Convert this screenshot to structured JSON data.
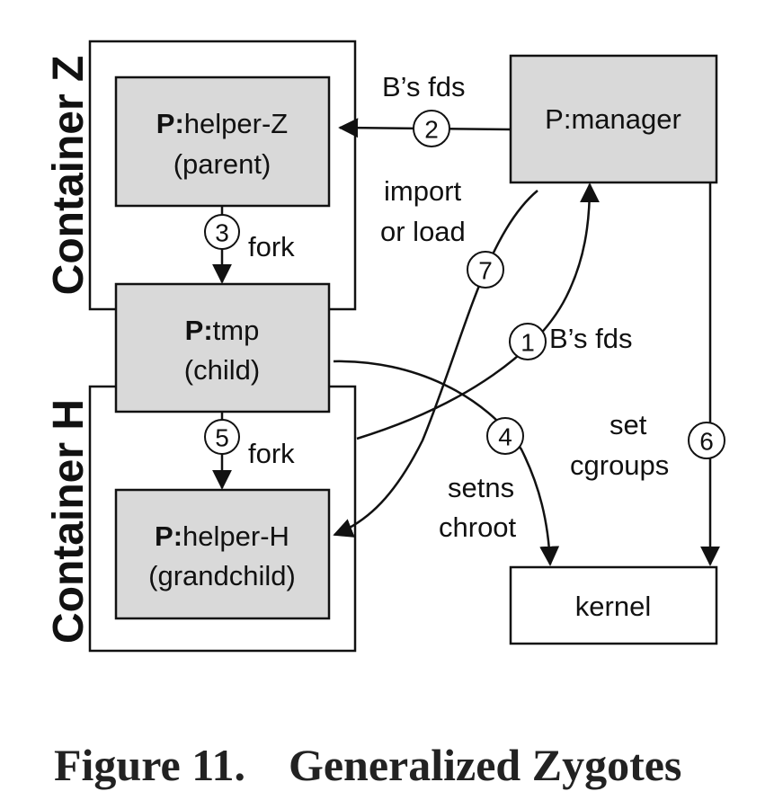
{
  "containers": {
    "z": {
      "title": "Container Z"
    },
    "h": {
      "title": "Container H"
    }
  },
  "processes": {
    "helper_z": {
      "prefix": "P:",
      "name": "helper-Z",
      "role": "(parent)"
    },
    "tmp": {
      "prefix": "P:",
      "name": "tmp",
      "role": "(child)"
    },
    "helper_h": {
      "prefix": "P:",
      "name": "helper-H",
      "role": "(grandchild)"
    },
    "manager": {
      "label": "P:manager"
    }
  },
  "kernel": {
    "label": "kernel"
  },
  "steps": [
    {
      "num": "1",
      "label": "B’s fds"
    },
    {
      "num": "2",
      "label": "B’s fds"
    },
    {
      "num": "3",
      "label": "fork"
    },
    {
      "num": "4",
      "label_lines": [
        "setns",
        "chroot"
      ]
    },
    {
      "num": "5",
      "label": "fork"
    },
    {
      "num": "6",
      "label_lines": [
        "set",
        "cgroups"
      ]
    },
    {
      "num": "7",
      "label_lines": [
        "import",
        "or load"
      ]
    }
  ],
  "caption": {
    "number": "Figure 11.",
    "title": "Generalized Zygotes"
  }
}
